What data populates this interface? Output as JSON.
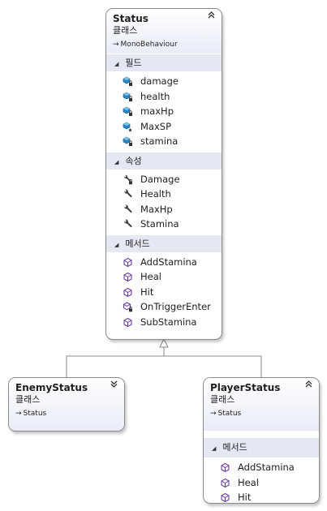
{
  "status": {
    "name": "Status",
    "kind": "클래스",
    "base": "MonoBehaviour",
    "fields_label": "필드",
    "fields": [
      "damage",
      "health",
      "maxHp",
      "MaxSP",
      "stamina"
    ],
    "properties_label": "속성",
    "properties": [
      "Damage",
      "Health",
      "MaxHp",
      "Stamina"
    ],
    "methods_label": "메서드",
    "methods": [
      "AddStamina",
      "Heal",
      "Hit",
      "OnTriggerEnter",
      "SubStamina"
    ]
  },
  "enemy": {
    "name": "EnemyStatus",
    "kind": "클래스",
    "base": "Status"
  },
  "player": {
    "name": "PlayerStatus",
    "kind": "클래스",
    "base": "Status",
    "methods_label": "메서드",
    "methods": [
      "AddStamina",
      "Heal",
      "Hit"
    ]
  },
  "icons": {
    "collapse": "double-chevron-up-icon",
    "expand": "double-chevron-down-icon",
    "field": "field-cube-icon",
    "property": "wrench-icon",
    "method": "method-cube-icon",
    "inherit_arrow": "→"
  },
  "colors": {
    "header_gradient_end": "#e9ecf7",
    "section_bg": "#e5e8f3",
    "field_icon": "#1f7fb5",
    "method_icon": "#6b3fa0",
    "connector": "#8a8a8a"
  }
}
